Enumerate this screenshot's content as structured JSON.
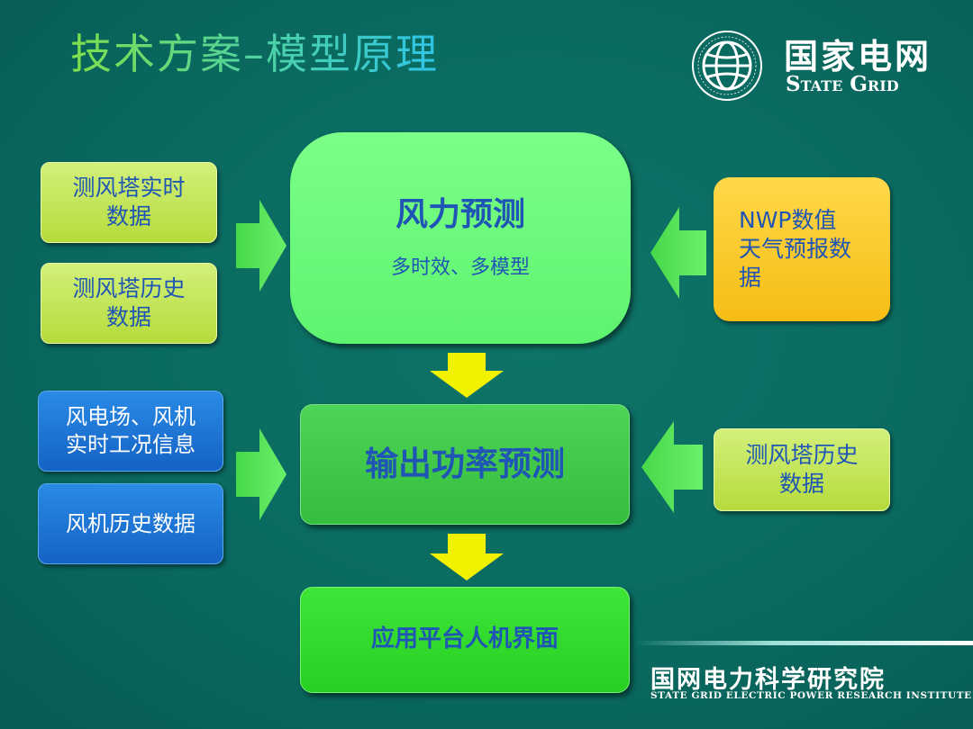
{
  "slide": {
    "title": "技术方案–模型原理"
  },
  "logo": {
    "name_cn": "国家电网",
    "name_en": "State Grid"
  },
  "inputs_left_top": [
    {
      "label": "测风塔实时\n数据"
    },
    {
      "label": "测风塔历史\n数据"
    }
  ],
  "inputs_left_bottom": [
    {
      "label": "风电场、风机\n实时工况信息"
    },
    {
      "label": "风机历史数据"
    }
  ],
  "inputs_right": [
    {
      "label": "NWP数值\n天气预报数\n据"
    },
    {
      "label": "测风塔历史\n数据"
    }
  ],
  "process": {
    "wind_forecast": {
      "title": "风力预测",
      "subtitle": "多时效、多模型"
    },
    "power_forecast": {
      "title": "输出功率预测"
    },
    "platform": {
      "title": "应用平台人机界面"
    }
  },
  "footer": {
    "institute_cn": "国网电力科学研究院",
    "institute_en": "STATE GRID ELECTRIC POWER RESEARCH INSTITUTE"
  },
  "colors": {
    "background": "#0a6a60",
    "lime_box": "#c4e35a",
    "blue_box": "#1a72d6",
    "gold_box": "#f9c824",
    "main_top": "#6cf97c",
    "main_mid": "#3ec948",
    "main_bottom": "#30db2c",
    "green_arrow": "#4be04a",
    "yellow_arrow": "#f2f200",
    "text_blue": "#1f55b4"
  }
}
